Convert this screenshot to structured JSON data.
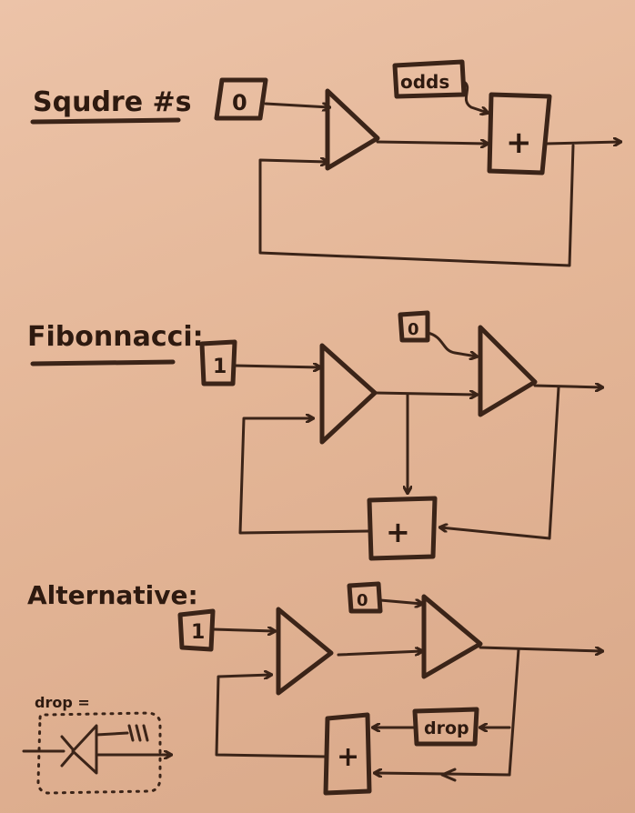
{
  "sections": {
    "square": {
      "title": "Squdre #s",
      "input": "0",
      "init": "odds",
      "op": "+"
    },
    "fib": {
      "title": "Fibonnacci:",
      "input": "1",
      "init": "0",
      "op": "+"
    },
    "alt": {
      "title": "Alternative:",
      "input": "1",
      "init": "0",
      "op": "+",
      "drop": "drop"
    }
  },
  "legend": {
    "label": "drop ="
  },
  "colors": {
    "paper": "#e6b99c",
    "ink": "#3b2418"
  }
}
